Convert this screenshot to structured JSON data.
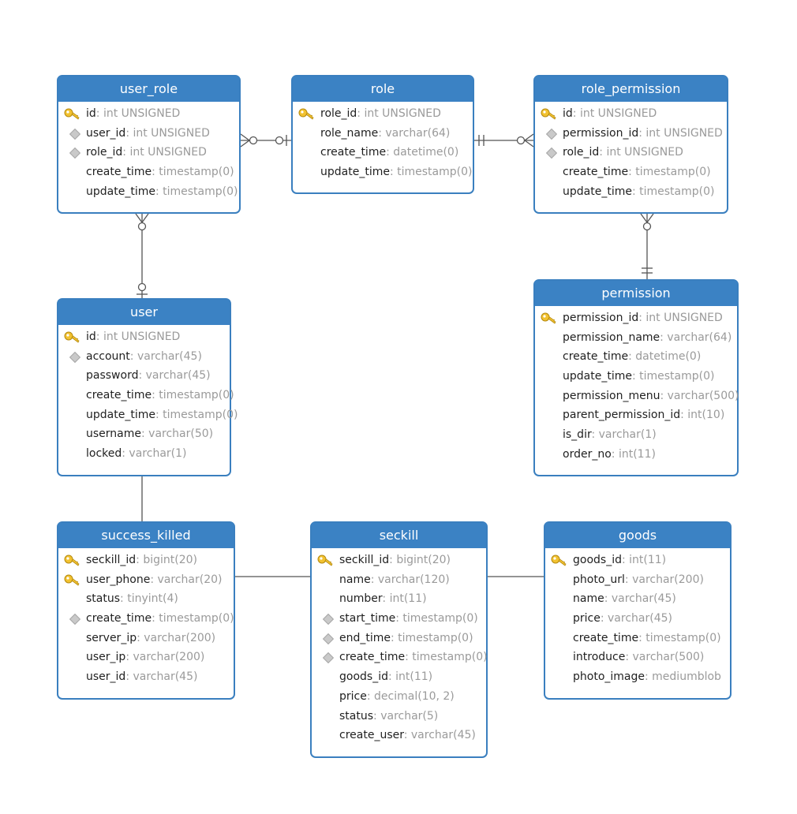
{
  "colors": {
    "header": "#3b82c4",
    "border": "#3a7fbf",
    "line": "#555555",
    "key": "#f2c230",
    "type_text": "#9a9a9a"
  },
  "entities": {
    "user_role": {
      "title": "user_role",
      "fields": [
        {
          "name": "id",
          "type": ": int UNSIGNED",
          "icon": "key-icon"
        },
        {
          "name": "user_id",
          "type": ": int UNSIGNED",
          "icon": "index-icon"
        },
        {
          "name": "role_id",
          "type": ": int UNSIGNED",
          "icon": "index-icon"
        },
        {
          "name": "create_time",
          "type": ": timestamp(0)",
          "icon": ""
        },
        {
          "name": "update_time",
          "type": ": timestamp(0)",
          "icon": ""
        }
      ]
    },
    "role": {
      "title": "role",
      "fields": [
        {
          "name": "role_id",
          "type": ": int UNSIGNED",
          "icon": "key-icon"
        },
        {
          "name": "role_name",
          "type": ": varchar(64)",
          "icon": ""
        },
        {
          "name": "create_time",
          "type": ": datetime(0)",
          "icon": ""
        },
        {
          "name": "update_time",
          "type": ": timestamp(0)",
          "icon": ""
        }
      ]
    },
    "role_permission": {
      "title": "role_permission",
      "fields": [
        {
          "name": "id",
          "type": ": int UNSIGNED",
          "icon": "key-icon"
        },
        {
          "name": "permission_id",
          "type": ": int UNSIGNED",
          "icon": "index-icon"
        },
        {
          "name": "role_id",
          "type": ": int UNSIGNED",
          "icon": "index-icon"
        },
        {
          "name": "create_time",
          "type": ": timestamp(0)",
          "icon": ""
        },
        {
          "name": "update_time",
          "type": ": timestamp(0)",
          "icon": ""
        }
      ]
    },
    "user": {
      "title": "user",
      "fields": [
        {
          "name": "id",
          "type": ": int UNSIGNED",
          "icon": "key-icon"
        },
        {
          "name": "account",
          "type": ": varchar(45)",
          "icon": "index-icon"
        },
        {
          "name": "password",
          "type": ": varchar(45)",
          "icon": ""
        },
        {
          "name": "create_time",
          "type": ": timestamp(0)",
          "icon": ""
        },
        {
          "name": "update_time",
          "type": ": timestamp(0)",
          "icon": ""
        },
        {
          "name": "username",
          "type": ": varchar(50)",
          "icon": ""
        },
        {
          "name": "locked",
          "type": ": varchar(1)",
          "icon": ""
        }
      ]
    },
    "permission": {
      "title": "permission",
      "fields": [
        {
          "name": "permission_id",
          "type": ": int UNSIGNED",
          "icon": "key-icon"
        },
        {
          "name": "permission_name",
          "type": ": varchar(64)",
          "icon": ""
        },
        {
          "name": "create_time",
          "type": ": datetime(0)",
          "icon": ""
        },
        {
          "name": "update_time",
          "type": ": timestamp(0)",
          "icon": ""
        },
        {
          "name": "permission_menu",
          "type": ": varchar(500)",
          "icon": ""
        },
        {
          "name": "parent_permission_id",
          "type": ": int(10)",
          "icon": ""
        },
        {
          "name": "is_dir",
          "type": ": varchar(1)",
          "icon": ""
        },
        {
          "name": "order_no",
          "type": ": int(11)",
          "icon": ""
        }
      ]
    },
    "success_killed": {
      "title": "success_killed",
      "fields": [
        {
          "name": "seckill_id",
          "type": ": bigint(20)",
          "icon": "key-icon"
        },
        {
          "name": "user_phone",
          "type": ": varchar(20)",
          "icon": "key-icon"
        },
        {
          "name": "status",
          "type": ": tinyint(4)",
          "icon": ""
        },
        {
          "name": "create_time",
          "type": ": timestamp(0)",
          "icon": "index-icon"
        },
        {
          "name": "server_ip",
          "type": ": varchar(200)",
          "icon": ""
        },
        {
          "name": "user_ip",
          "type": ": varchar(200)",
          "icon": ""
        },
        {
          "name": "user_id",
          "type": ": varchar(45)",
          "icon": ""
        }
      ]
    },
    "seckill": {
      "title": "seckill",
      "fields": [
        {
          "name": "seckill_id",
          "type": ": bigint(20)",
          "icon": "key-icon"
        },
        {
          "name": "name",
          "type": ": varchar(120)",
          "icon": ""
        },
        {
          "name": "number",
          "type": ": int(11)",
          "icon": ""
        },
        {
          "name": "start_time",
          "type": ": timestamp(0)",
          "icon": "index-icon"
        },
        {
          "name": "end_time",
          "type": ": timestamp(0)",
          "icon": "index-icon"
        },
        {
          "name": "create_time",
          "type": ": timestamp(0)",
          "icon": "index-icon"
        },
        {
          "name": "goods_id",
          "type": ": int(11)",
          "icon": ""
        },
        {
          "name": "price",
          "type": ": decimal(10, 2)",
          "icon": ""
        },
        {
          "name": "status",
          "type": ": varchar(5)",
          "icon": ""
        },
        {
          "name": "create_user",
          "type": ": varchar(45)",
          "icon": ""
        }
      ]
    },
    "goods": {
      "title": "goods",
      "fields": [
        {
          "name": "goods_id",
          "type": ": int(11)",
          "icon": "key-icon"
        },
        {
          "name": "photo_url",
          "type": ": varchar(200)",
          "icon": ""
        },
        {
          "name": "name",
          "type": ": varchar(45)",
          "icon": ""
        },
        {
          "name": "price",
          "type": ": varchar(45)",
          "icon": ""
        },
        {
          "name": "create_time",
          "type": ": timestamp(0)",
          "icon": ""
        },
        {
          "name": "introduce",
          "type": ": varchar(500)",
          "icon": ""
        },
        {
          "name": "photo_image",
          "type": ": mediumblob",
          "icon": ""
        }
      ]
    }
  },
  "relationships": [
    {
      "from": "user_role",
      "to": "role",
      "from_cardinality": "zero-or-many",
      "to_cardinality": "zero-or-one"
    },
    {
      "from": "role",
      "to": "role_permission",
      "from_cardinality": "exactly-one",
      "to_cardinality": "zero-or-many"
    },
    {
      "from": "user_role",
      "to": "user",
      "from_cardinality": "zero-or-many",
      "to_cardinality": "zero-or-one"
    },
    {
      "from": "role_permission",
      "to": "permission",
      "from_cardinality": "zero-or-many",
      "to_cardinality": "exactly-one"
    },
    {
      "from": "user",
      "to": "success_killed",
      "from_cardinality": "none",
      "to_cardinality": "none"
    },
    {
      "from": "success_killed",
      "to": "seckill",
      "from_cardinality": "none",
      "to_cardinality": "none"
    },
    {
      "from": "seckill",
      "to": "goods",
      "from_cardinality": "none",
      "to_cardinality": "none"
    }
  ]
}
